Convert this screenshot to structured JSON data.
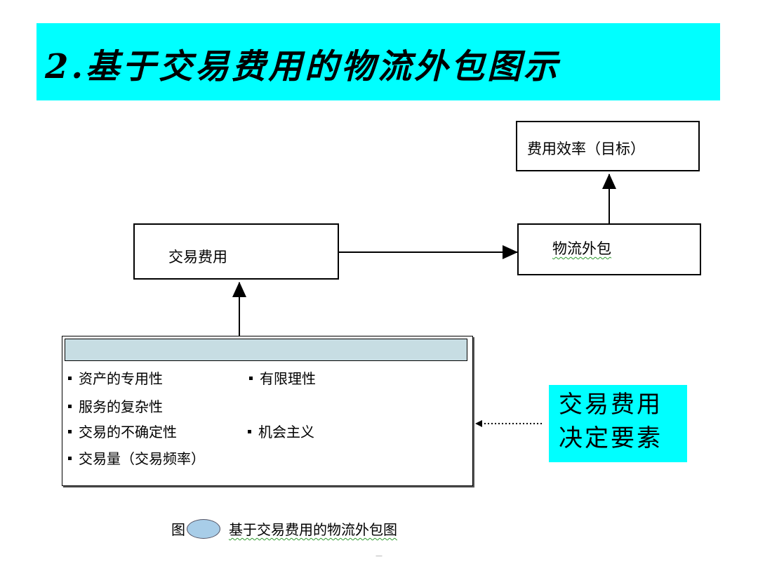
{
  "title": "2.基于交易费用的物流外包图示",
  "nodes": {
    "efficiency": "费用效率（目标）",
    "logistics": "物流外包",
    "transaction_cost": "交易费用"
  },
  "factors": {
    "asset_specificity": "资产的专用性",
    "bounded_rationality": "有限理性",
    "service_complexity": "服务的复杂性",
    "transaction_uncertainty": "交易的不确定性",
    "opportunism": "机会主义",
    "transaction_volume": "交易量（交易频率）"
  },
  "callout": {
    "line1": "交易费用",
    "line2": "决定要素"
  },
  "caption": {
    "prefix": "图",
    "text": "基于交易费用的物流外包图"
  },
  "page_mark": "—"
}
